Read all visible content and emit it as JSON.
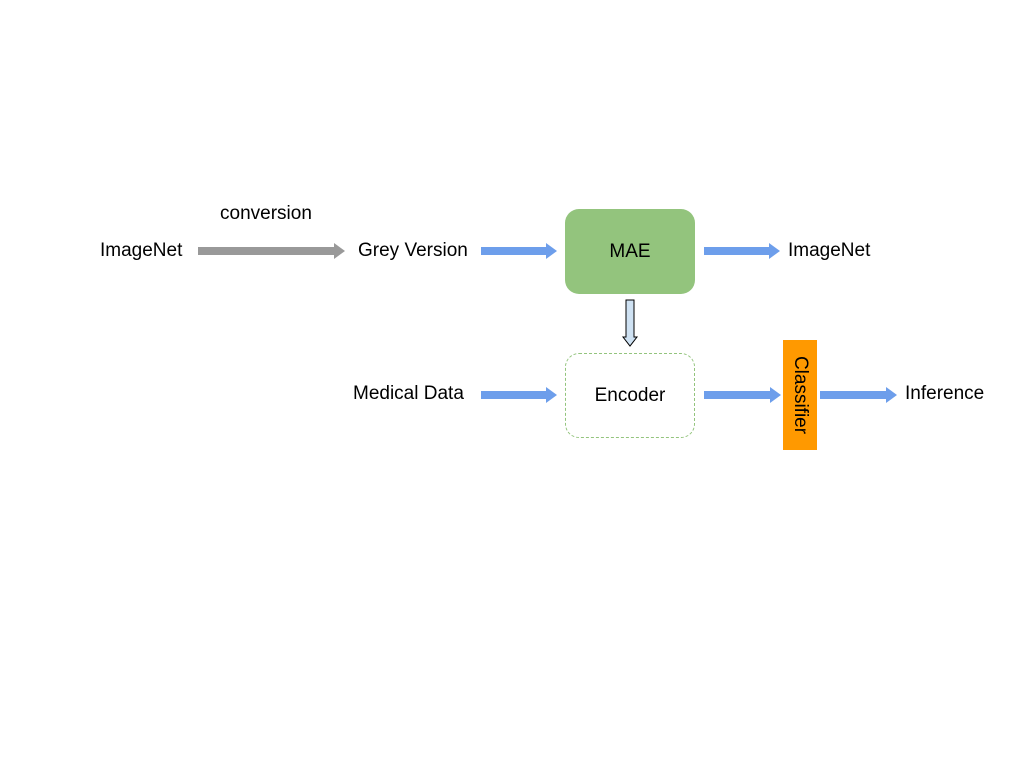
{
  "labels": {
    "imagenet_source": "ImageNet",
    "conversion": "conversion",
    "grey_version": "Grey Version",
    "mae": "MAE",
    "imagenet_output": "ImageNet",
    "medical_data": "Medical Data",
    "encoder": "Encoder",
    "classifier": "Classifier",
    "inference": "Inference"
  },
  "colors": {
    "mae_fill": "#93c47d",
    "encoder_border": "#93c47d",
    "classifier_fill": "#ff9900",
    "flow_arrow": "#6d9eeb",
    "conversion_arrow": "#999999",
    "transfer_arrow_fill": "#cfe2f3"
  },
  "edges": [
    {
      "from": "imagenet_source",
      "to": "grey_version",
      "label": "conversion"
    },
    {
      "from": "grey_version",
      "to": "mae"
    },
    {
      "from": "mae",
      "to": "imagenet_output"
    },
    {
      "from": "mae",
      "to": "encoder"
    },
    {
      "from": "medical_data",
      "to": "encoder"
    },
    {
      "from": "encoder",
      "to": "classifier"
    },
    {
      "from": "classifier",
      "to": "inference"
    }
  ]
}
